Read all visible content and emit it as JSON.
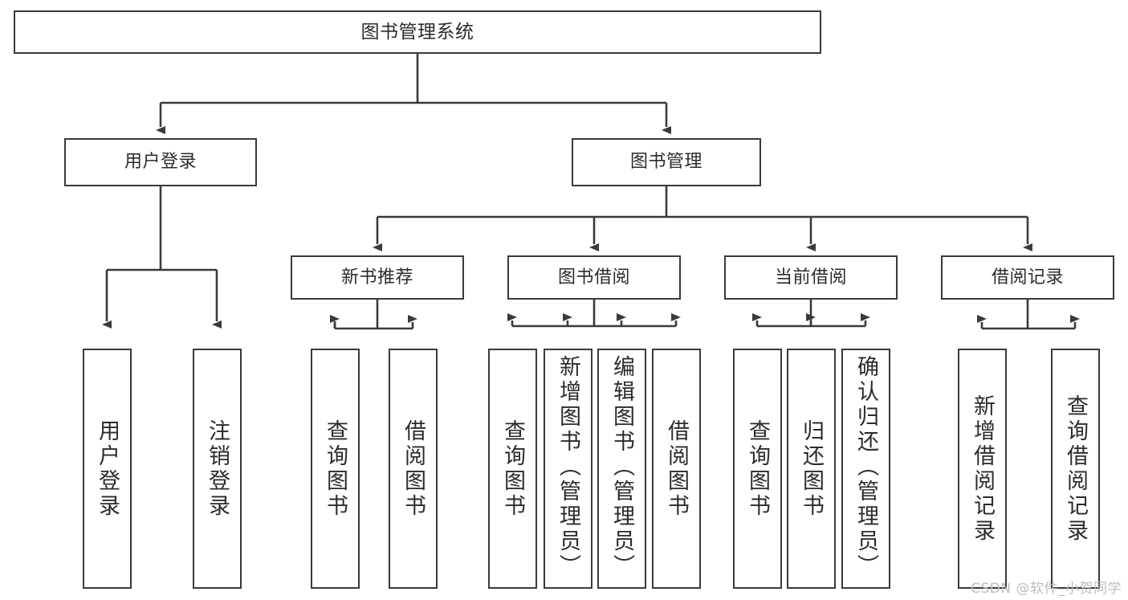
{
  "diagram": {
    "title": "图书管理系统",
    "type": "tree",
    "colors": {
      "box_border": "#3a3a3a",
      "box_fill": "#ffffff",
      "line": "#3a3a3a",
      "text": "#2b2b2b",
      "watermark": "#bdbdbd",
      "background": "#ffffff"
    },
    "root": {
      "label": "图书管理系统"
    },
    "level2": [
      {
        "label": "用户登录"
      },
      {
        "label": "图书管理"
      }
    ],
    "level3": [
      {
        "label": "新书推荐"
      },
      {
        "label": "图书借阅"
      },
      {
        "label": "当前借阅"
      },
      {
        "label": "借阅记录"
      }
    ],
    "leaves": {
      "user_login": [
        {
          "label": "用户登录"
        },
        {
          "label": "注销登录"
        }
      ],
      "new_book": [
        {
          "label": "查询图书"
        },
        {
          "label": "借阅图书"
        }
      ],
      "book_borrow": [
        {
          "label": "查询图书"
        },
        {
          "label": "新增图书（管理员）"
        },
        {
          "label": "编辑图书（管理员）"
        },
        {
          "label": "借阅图书"
        }
      ],
      "current_borrow": [
        {
          "label": "查询图书"
        },
        {
          "label": "归还图书"
        },
        {
          "label": "确认归还（管理员）"
        }
      ],
      "borrow_record": [
        {
          "label": "新增借阅记录"
        },
        {
          "label": "查询借阅记录"
        }
      ]
    }
  },
  "watermark": {
    "text": "CSDN @软件_小贺同学"
  }
}
